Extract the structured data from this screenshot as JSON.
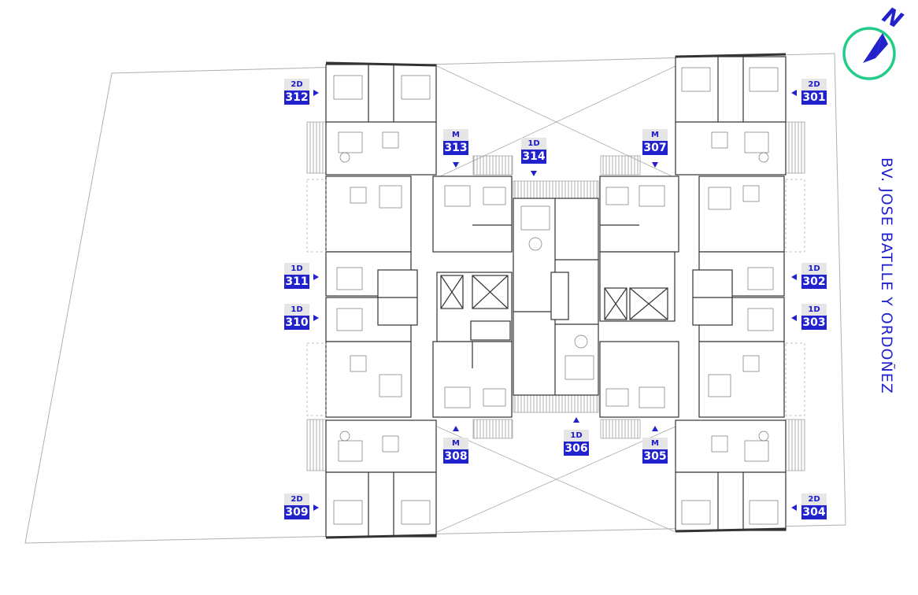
{
  "street_label": "BV. JOSE BATLLE Y ORDOÑEZ",
  "compass": {
    "label": "N",
    "ring_color": "#22cc88",
    "needle_color": "#2222cc"
  },
  "colors": {
    "tag_blue": "#2222cc",
    "tag_grey": "#e6e6e6",
    "wall": "#333333",
    "line": "#999999"
  },
  "units": [
    {
      "id": "312",
      "type": "2D"
    },
    {
      "id": "313",
      "type": "M"
    },
    {
      "id": "314",
      "type": "1D"
    },
    {
      "id": "307",
      "type": "M"
    },
    {
      "id": "301",
      "type": "2D"
    },
    {
      "id": "311",
      "type": "1D"
    },
    {
      "id": "302",
      "type": "1D"
    },
    {
      "id": "310",
      "type": "1D"
    },
    {
      "id": "303",
      "type": "1D"
    },
    {
      "id": "308",
      "type": "M"
    },
    {
      "id": "306",
      "type": "1D"
    },
    {
      "id": "305",
      "type": "M"
    },
    {
      "id": "309",
      "type": "2D"
    },
    {
      "id": "304",
      "type": "2D"
    }
  ]
}
